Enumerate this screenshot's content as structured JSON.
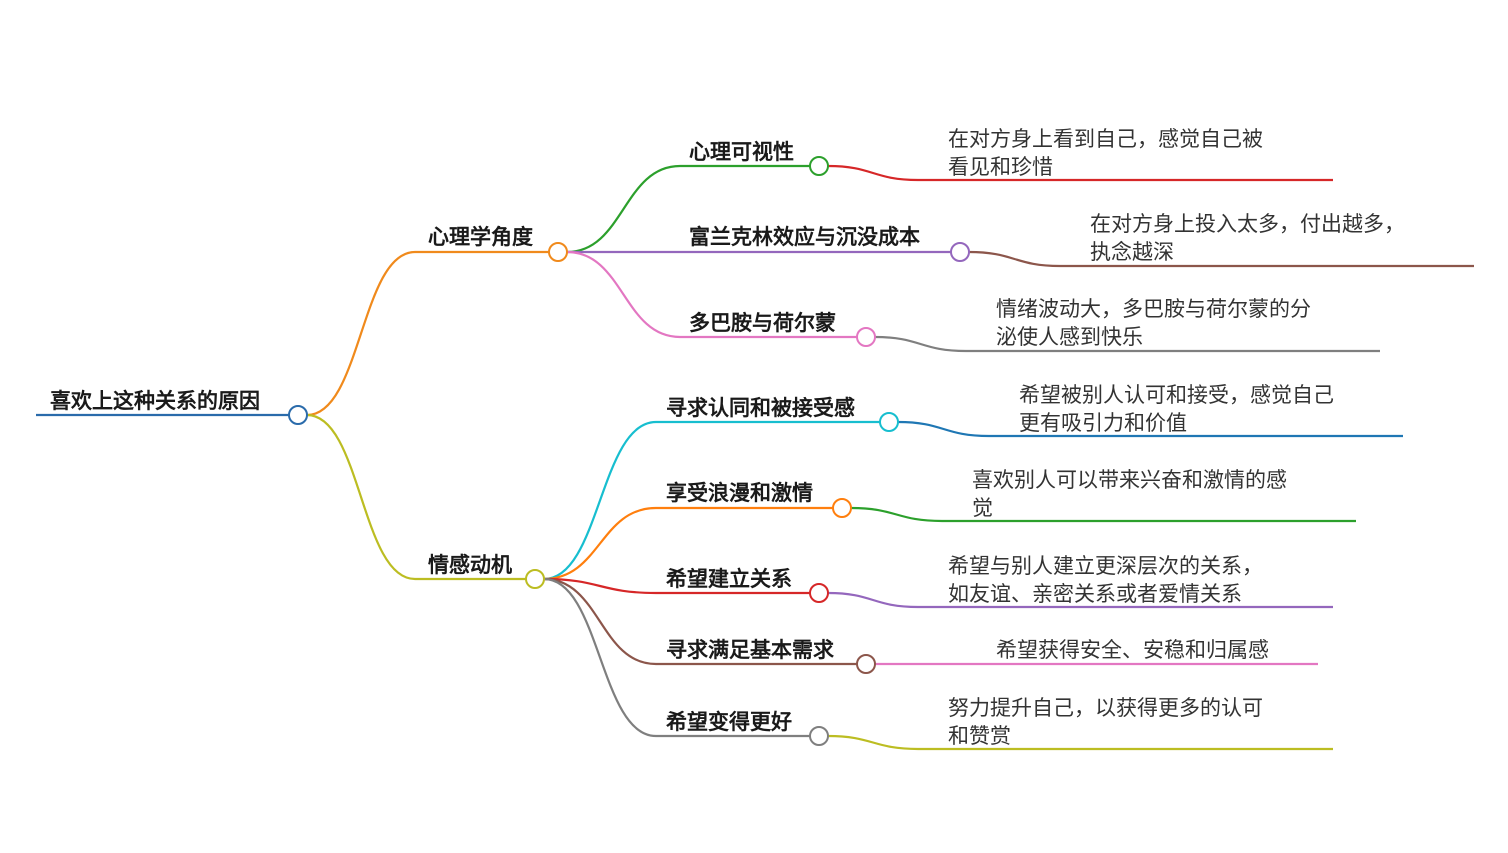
{
  "root": {
    "label": "喜欢上这种关系的原因",
    "color": "#2a6bab",
    "children": [
      {
        "label": "心理学角度",
        "color": "#f08a1c",
        "children": [
          {
            "label": "心理可视性",
            "color": "#2ca02c",
            "leaf_color": "#d62728",
            "leaf": [
              "在对方身上看到自己，感觉自己被",
              "看见和珍惜"
            ]
          },
          {
            "label": "富兰克林效应与沉没成本",
            "color": "#9467bd",
            "leaf_color": "#8c564b",
            "leaf": [
              "在对方身上投入太多，付出越多，",
              "执念越深"
            ]
          },
          {
            "label": "多巴胺与荷尔蒙",
            "color": "#e377c2",
            "leaf_color": "#7f7f7f",
            "leaf": [
              "情绪波动大，多巴胺与荷尔蒙的分",
              "泌使人感到快乐"
            ]
          }
        ]
      },
      {
        "label": "情感动机",
        "color": "#bcbd22",
        "children": [
          {
            "label": "寻求认同和被接受感",
            "color": "#17becf",
            "leaf_color": "#1f77b4",
            "leaf": [
              "希望被别人认可和接受，感觉自己",
              "更有吸引力和价值"
            ]
          },
          {
            "label": "享受浪漫和激情",
            "color": "#ff7f0e",
            "leaf_color": "#2ca02c",
            "leaf": [
              "喜欢别人可以带来兴奋和激情的感",
              "觉"
            ]
          },
          {
            "label": "希望建立关系",
            "color": "#d62728",
            "leaf_color": "#9467bd",
            "leaf": [
              "希望与别人建立更深层次的关系，",
              "如友谊、亲密关系或者爱情关系"
            ]
          },
          {
            "label": "寻求满足基本需求",
            "color": "#8c564b",
            "leaf_color": "#e377c2",
            "leaf": [
              "希望获得安全、安稳和归属感"
            ]
          },
          {
            "label": "希望变得更好",
            "color": "#7f7f7f",
            "leaf_color": "#bcbd22",
            "leaf": [
              "努力提升自己，以获得更多的认可",
              "和赞赏"
            ]
          }
        ]
      }
    ]
  }
}
